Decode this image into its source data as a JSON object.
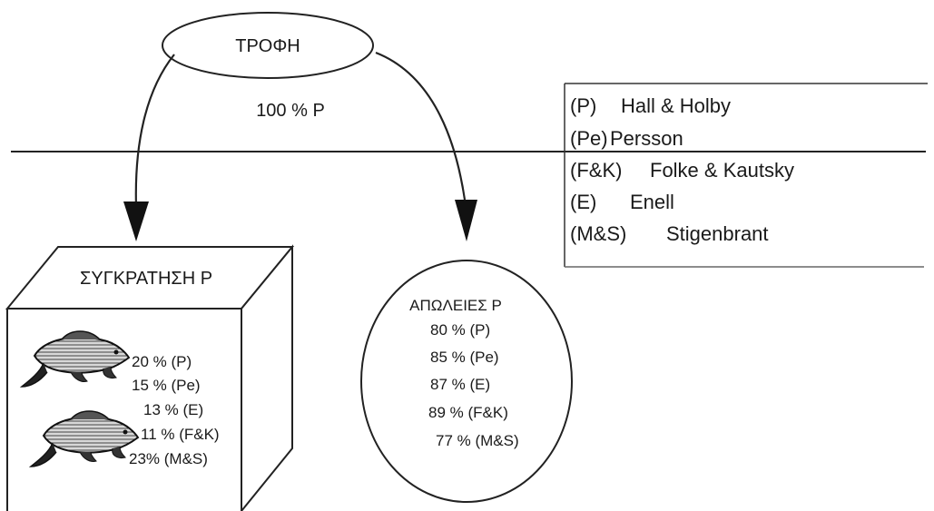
{
  "source": {
    "label": "ΤΡΟΦΗ",
    "flow_label": "100 % P"
  },
  "legend": {
    "entries": [
      {
        "code": "(P)",
        "name": "Hall & Holby"
      },
      {
        "code": "(Pe)",
        "name": "Persson"
      },
      {
        "code": "(F&K)",
        "name": "Folke & Kautsky"
      },
      {
        "code": "(E)",
        "name": "Enell"
      },
      {
        "code": "(M&S)",
        "name": "Stigenbrant"
      }
    ]
  },
  "retention": {
    "title": "ΣΥΓΚΡΑΤΗΣΗ P",
    "values": [
      "20 % (P)",
      "15 % (Pe)",
      "13 % (E)",
      "11 % (F&K)",
      "23% (M&S)"
    ]
  },
  "losses": {
    "title": "ΑΠΩΛΕΙΕΣ P",
    "values": [
      "80 % (P)",
      "85 % (Pe)",
      "87 % (E)",
      "89 % (F&K)",
      "77 % (M&S)"
    ]
  },
  "icons": [
    "fish-icon",
    "fish-icon"
  ]
}
